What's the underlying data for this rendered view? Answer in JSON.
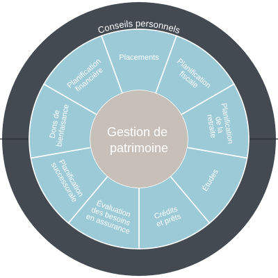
{
  "diagram": {
    "outer_ring": {
      "title": "Conseils personnels",
      "color": "#444a52"
    },
    "center": {
      "lines": [
        "Gestion de",
        "patrimoine"
      ],
      "color": "#c7bfb8"
    },
    "segment_color": "#9ccad6",
    "divider_color": "#ffffff",
    "segments": [
      {
        "key": "placements",
        "lines": [
          "Placements"
        ]
      },
      {
        "key": "planification-fiscale",
        "lines": [
          "Planification",
          "fiscale"
        ]
      },
      {
        "key": "planification-retraite",
        "lines": [
          "Planification",
          "de la",
          "retraite"
        ]
      },
      {
        "key": "etudes",
        "lines": [
          "Études"
        ]
      },
      {
        "key": "credits-prets",
        "lines": [
          "Crédits",
          "et prêts"
        ]
      },
      {
        "key": "evaluation-besoins",
        "lines": [
          "Évaluation",
          "des besoins",
          "en assurance"
        ]
      },
      {
        "key": "planification-successorale",
        "lines": [
          "Planification",
          "successorale"
        ]
      },
      {
        "key": "dons-bienfaisance",
        "lines": [
          "Dons de",
          "bienfaisance"
        ]
      },
      {
        "key": "planification-financiere",
        "lines": [
          "Planification",
          "financière"
        ]
      }
    ]
  }
}
